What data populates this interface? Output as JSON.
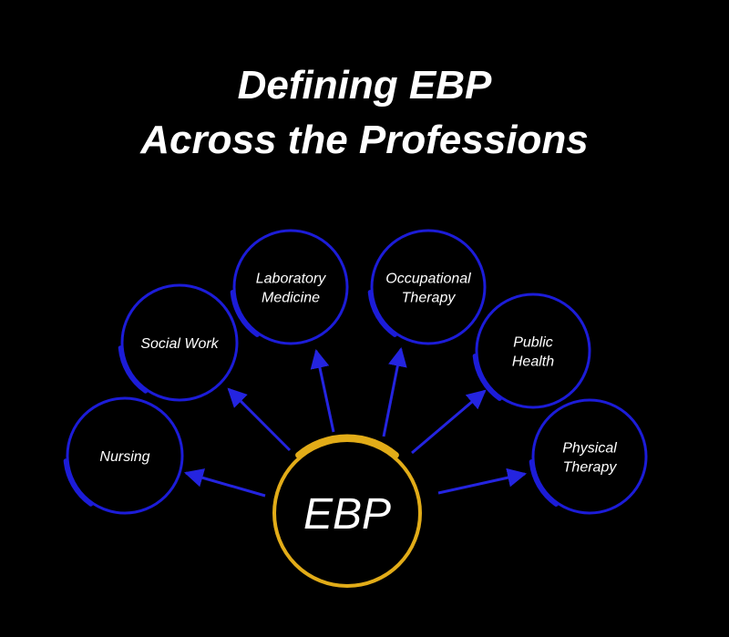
{
  "title": {
    "line1": "Defining EBP",
    "line2": "Across the Professions"
  },
  "colors": {
    "background": "#000000",
    "text": "#ffffff",
    "center_ring": "#e2ac18",
    "node_ring": "#1c1cd8",
    "arrow": "#2424e0"
  },
  "center": {
    "label": "EBP"
  },
  "nodes": [
    {
      "id": "nursing",
      "lines": [
        "Nursing"
      ]
    },
    {
      "id": "social-work",
      "lines": [
        "Social Work"
      ]
    },
    {
      "id": "laboratory-medicine",
      "lines": [
        "Laboratory",
        "Medicine"
      ]
    },
    {
      "id": "occupational-therapy",
      "lines": [
        "Occupational",
        "Therapy"
      ]
    },
    {
      "id": "public-health",
      "lines": [
        "Public",
        "Health"
      ]
    },
    {
      "id": "physical-therapy",
      "lines": [
        "Physical",
        "Therapy"
      ]
    }
  ]
}
